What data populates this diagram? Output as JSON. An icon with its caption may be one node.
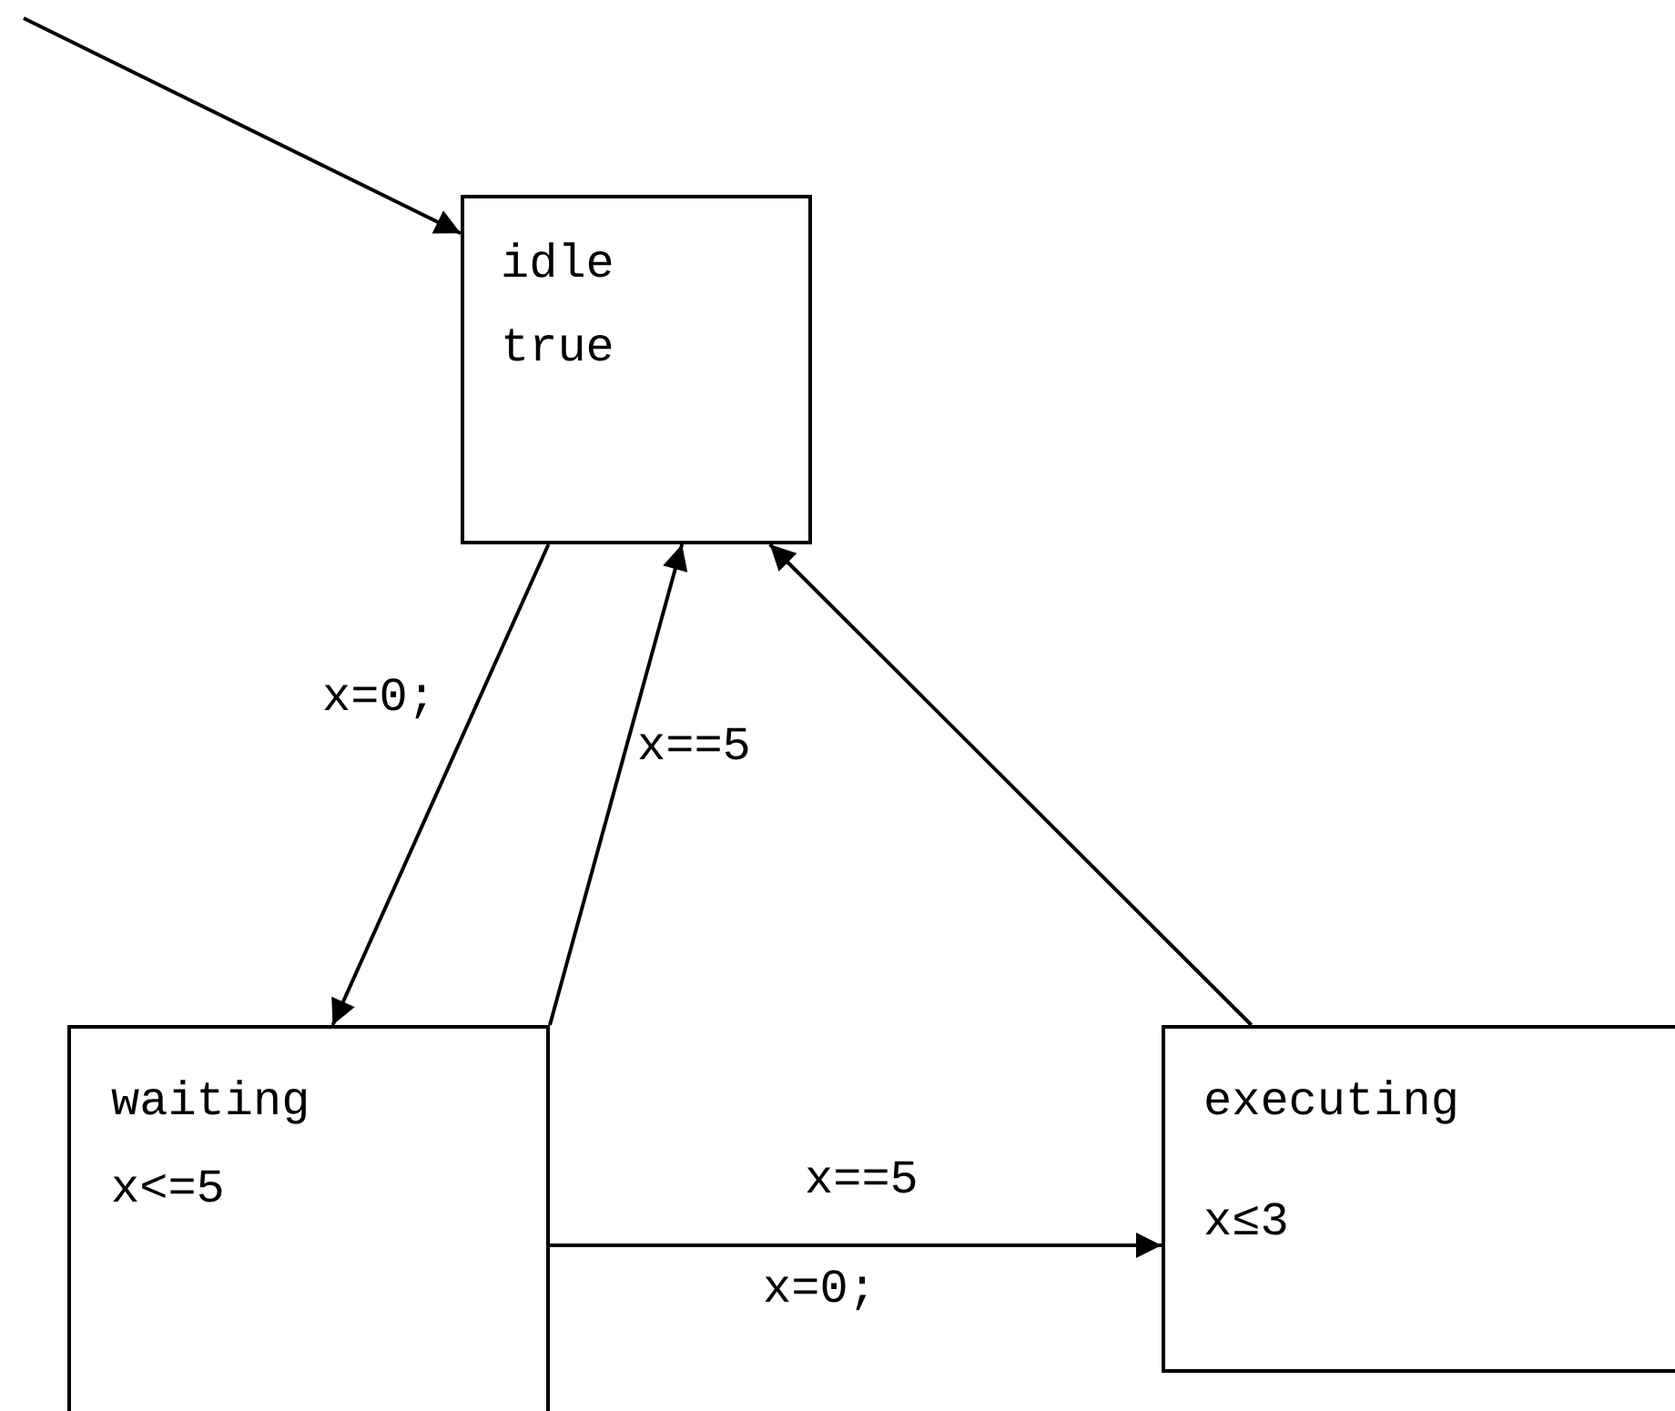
{
  "diagram": {
    "nodes": [
      {
        "text": [
          "idle",
          "true"
        ]
      },
      {
        "text": [
          "waiting",
          "x<=5"
        ]
      },
      {
        "text": [
          "executing",
          "x≤3"
        ]
      }
    ],
    "edges": [
      {
        "from": null,
        "to": 0,
        "arrow": "to"
      },
      {
        "from": 0,
        "to": 1,
        "arrow": "to",
        "label": "x=0;"
      },
      {
        "from": 1,
        "to": 0,
        "arrow": "to",
        "label": "x==5"
      },
      {
        "from": 2,
        "to": 0,
        "arrow": "to"
      },
      {
        "from": 1,
        "to": 2,
        "arrow": "to",
        "label": "x==5"
      }
    ],
    "labels": [
      "x=0;"
    ]
  }
}
